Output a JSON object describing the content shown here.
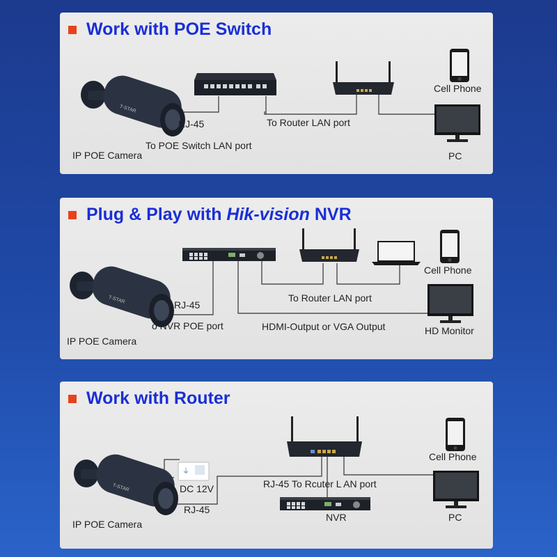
{
  "colors": {
    "accent_bullet": "#e8421a",
    "title_blue": "#1a2fd6",
    "panel_bg": "#e6e6e6",
    "background": "#1f4aa8"
  },
  "camera_brand": "T-STAR",
  "section1": {
    "title": "Work with POE Switch",
    "camera_label": "IP POE Camera",
    "rj45": "RJ-45",
    "switch_port": "To POE Switch LAN port",
    "router_port": "To Router LAN port",
    "cell_phone": "Cell Phone",
    "pc": "PC"
  },
  "section2": {
    "title_a": "Plug & Play with ",
    "title_b": "Hik-vision",
    "title_c": " NVR",
    "camera_label": "IP POE Camera",
    "rj45": "RJ-45",
    "nvr_port": "o NVR POE port",
    "router_port": "To Router LAN port",
    "hdmi": "HDMI-Output or VGA Output",
    "cell_phone": "Cell Phone",
    "monitor": "HD Monitor"
  },
  "section3": {
    "title": "Work with Router",
    "camera_label": "IP POE Camera",
    "dc": "DC 12V",
    "rj45": "RJ-45",
    "router_port": "RJ-45 To Rcuter L AN port",
    "nvr": "NVR",
    "cell_phone": "Cell Phone",
    "pc": "PC"
  }
}
